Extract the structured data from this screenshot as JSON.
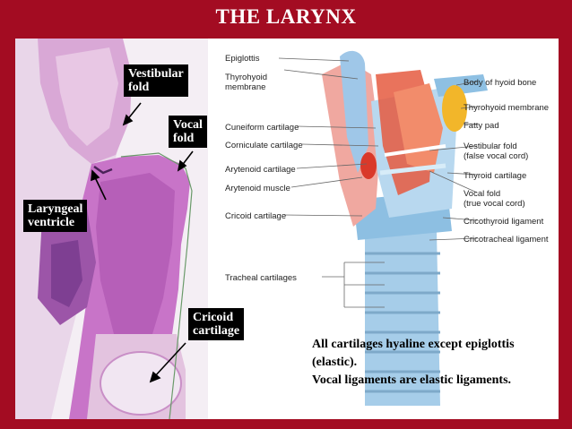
{
  "title": "THE LARYNX",
  "histology_labels": {
    "vestibular_fold": "Vestibular\nfold",
    "vocal_fold": "Vocal\nfold",
    "laryngeal_ventricle": "Laryngeal\nventricle",
    "cricoid_cartilage": "Cricoid\ncartilage"
  },
  "anatomy_labels_left": {
    "epiglottis": "Epiglottis",
    "thyrohyoid_membrane": "Thyrohyoid\nmembrane",
    "cuneiform_cartilage": "Cuneiform cartilage",
    "corniculate_cartilage": "Corniculate cartilage",
    "arytenoid_cartilage": "Arytenoid cartilage",
    "arytenoid_muscle": "Arytenoid muscle",
    "cricoid_cartilage": "Cricoid cartilage",
    "tracheal_cartilages": "Tracheal cartilages"
  },
  "anatomy_labels_right": {
    "body_of_hyoid_bone": "Body of hyoid bone",
    "thyrohyoid_membrane": "Thyrohyoid membrane",
    "fatty_pad": "Fatty pad",
    "vestibular_fold": "Vestibular fold\n(false vocal cord)",
    "thyroid_cartilage": "Thyroid cartilage",
    "vocal_fold": "Vocal fold\n(true vocal cord)",
    "cricothyroid_ligament": "Cricothyroid ligament",
    "cricotracheal_ligament": "Cricotracheal ligament"
  },
  "notes": {
    "line1": "All cartilages hyaline except epiglottis (elastic).",
    "line2": "Vocal ligaments are elastic ligaments."
  },
  "colors": {
    "background": "#a30c22",
    "tissue_pink": "#c874c8",
    "tissue_dark": "#8a3f9c",
    "cartilage_blue": "#9ec8e6",
    "muscle_red": "#e04a2e",
    "fat_yellow": "#f2b62a"
  }
}
